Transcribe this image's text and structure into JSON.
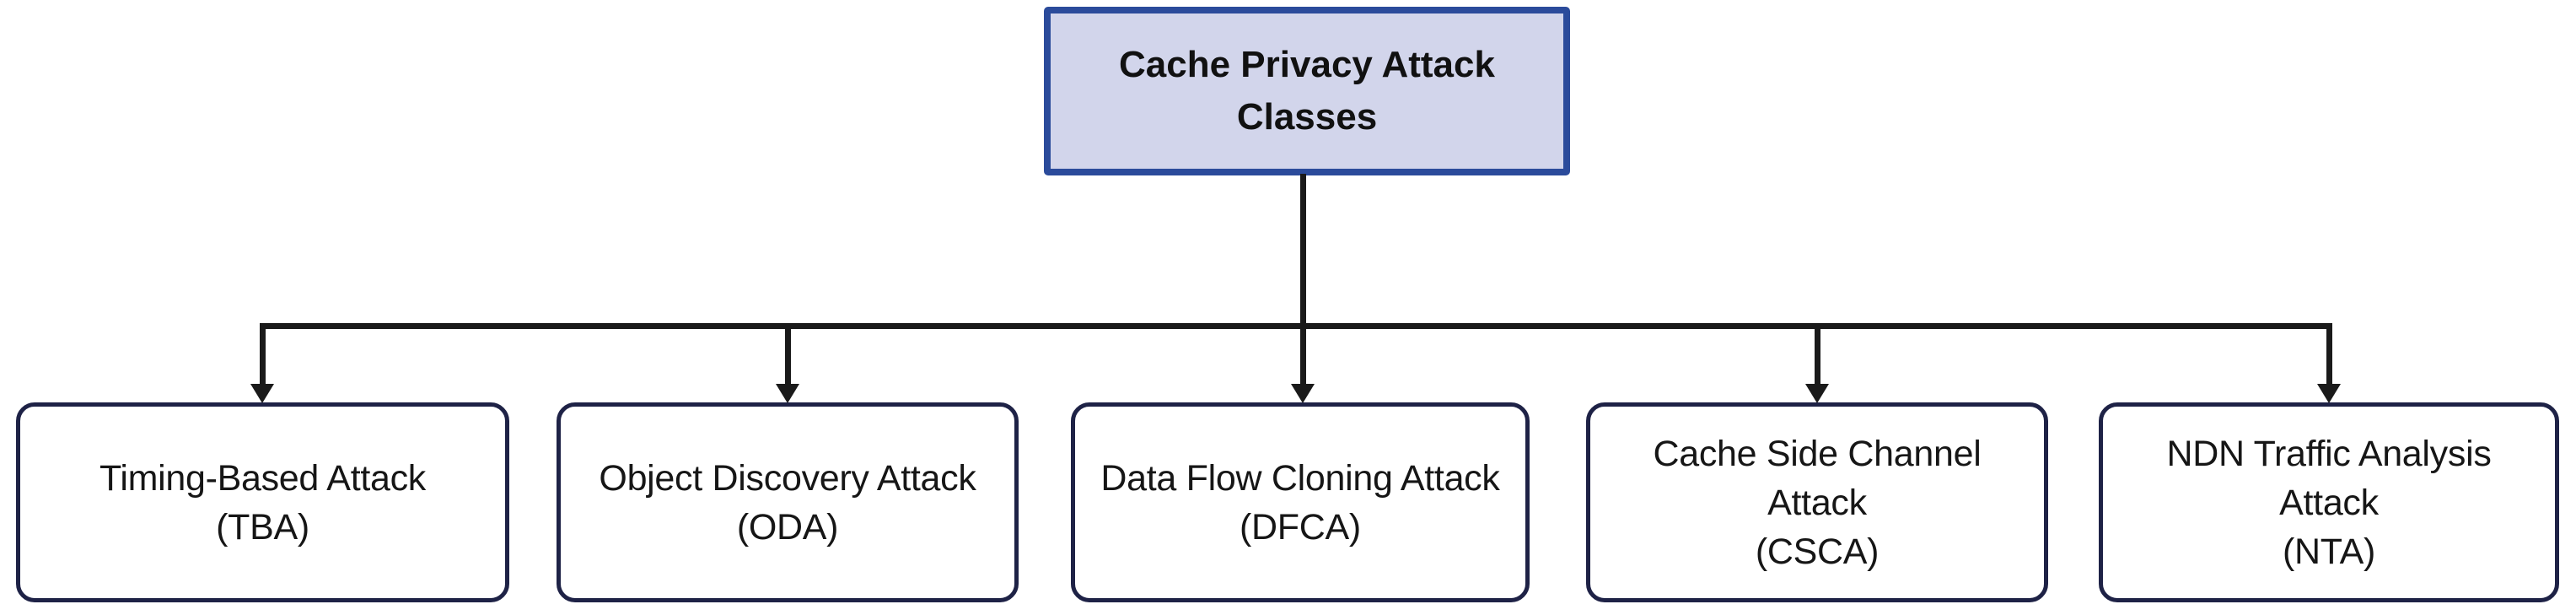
{
  "diagram": {
    "type": "tree",
    "root": {
      "label": "Cache Privacy Attack\nClasses",
      "fill_color": "#d2d5eb",
      "border_color": "#2b4b9b",
      "text_color": "#111111"
    },
    "children": [
      {
        "name": "Timing-Based Attack",
        "abbr": "TBA",
        "label": "Timing-Based Attack\n(TBA)"
      },
      {
        "name": "Object Discovery Attack",
        "abbr": "ODA",
        "label": "Object Discovery Attack\n(ODA)"
      },
      {
        "name": "Data Flow Cloning Attack",
        "abbr": "DFCA",
        "label": "Data Flow Cloning Attack\n(DFCA)"
      },
      {
        "name": "Cache Side Channel Attack",
        "abbr": "CSCA",
        "label": "Cache Side Channel\nAttack\n(CSCA)"
      },
      {
        "name": "NDN Traffic Analysis Attack",
        "abbr": "NTA",
        "label": "NDN Traffic Analysis\nAttack\n(NTA)"
      }
    ],
    "child_style": {
      "fill_color": "#ffffff",
      "border_color": "#1e2246",
      "text_color": "#161616"
    },
    "connector_color": "#1a1a1a"
  }
}
